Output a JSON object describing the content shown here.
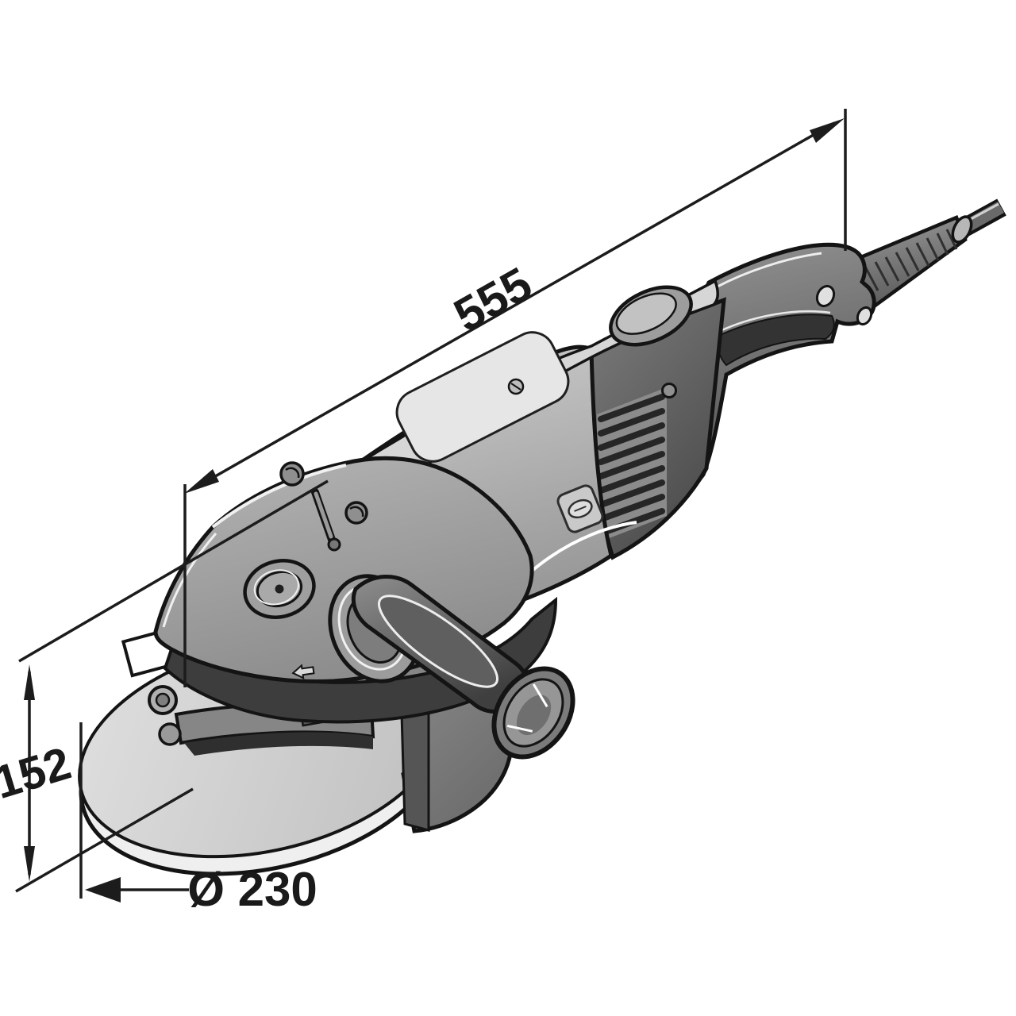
{
  "drawing": {
    "subject": "Isometric technical dimension drawing of a large angle grinder with wheel guard, side handle, rear handle and power cord",
    "annotations": {
      "length": {
        "label": "555"
      },
      "height": {
        "label": "152"
      },
      "diameter": {
        "label": "Ø 230"
      }
    },
    "palette": {
      "line": "#1c1c1c",
      "disc": "#d6d6d6",
      "disc_rim": "#efefef",
      "body_light": "#b9b9b9",
      "body_top": "#d6d6d6",
      "panel": "#e6e6e6",
      "head_top": "#a5a5a5",
      "head_dark": "#3d3d3d",
      "guard": "#8f8f8f",
      "guard_cut": "#555555",
      "collar": "#5f5f5f",
      "handle": "#6e6e6e",
      "grip_dark": "#3f3f3f",
      "cord": "#6a6a6a",
      "background": "#ffffff"
    }
  }
}
